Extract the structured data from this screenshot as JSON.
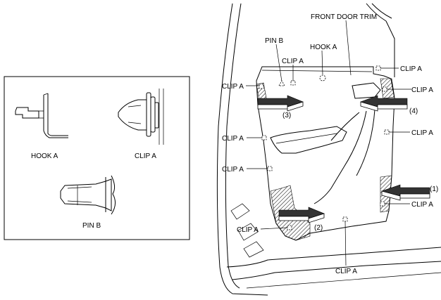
{
  "legend": {
    "hook_a": "HOOK A",
    "clip_a": "CLIP A",
    "pin_b": "PIN B"
  },
  "labels": {
    "front_door_trim": "FRONT DOOR TRIM",
    "pin_b": "PIN B",
    "hook_a": "HOOK A",
    "clip_a": "CLIP A"
  },
  "arrows": {
    "arrow_1": "(1)",
    "arrow_2": "(2)",
    "arrow_3": "(3)",
    "arrow_4": "(4)"
  }
}
